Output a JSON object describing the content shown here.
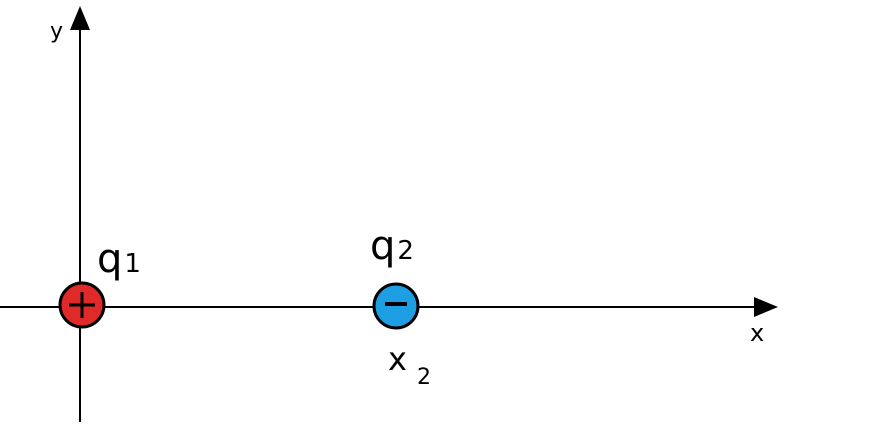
{
  "axes": {
    "x_label": "x",
    "y_label": "y"
  },
  "charges": [
    {
      "name": "q",
      "subscript": "1",
      "sign": "+",
      "color": "#e02a2a"
    },
    {
      "name": "q",
      "subscript": "2",
      "sign": "−",
      "color": "#1e9fe3"
    }
  ],
  "position_label": {
    "name": "x",
    "subscript": "2"
  },
  "colors": {
    "axis": "#000000",
    "outline": "#000000"
  }
}
